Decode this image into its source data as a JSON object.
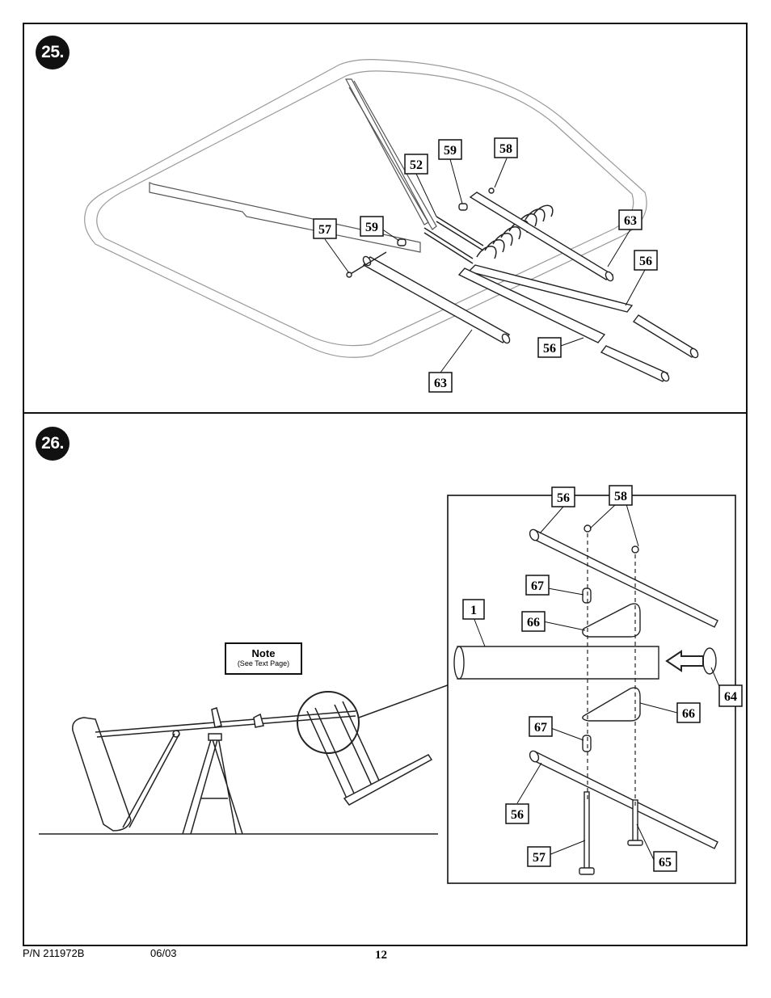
{
  "steps": [
    {
      "number": "25."
    },
    {
      "number": "26."
    }
  ],
  "step25_parts": [
    "59",
    "58",
    "52",
    "63",
    "56",
    "57",
    "59",
    "56",
    "63"
  ],
  "step26_parts": [
    "56",
    "58",
    "67",
    "1",
    "66",
    "64",
    "66",
    "67",
    "56",
    "57",
    "65"
  ],
  "note": {
    "title": "Note",
    "subtitle": "(See Text Page)"
  },
  "footer": {
    "part_number": "P/N 211972B",
    "date": "06/03",
    "page": "12"
  }
}
